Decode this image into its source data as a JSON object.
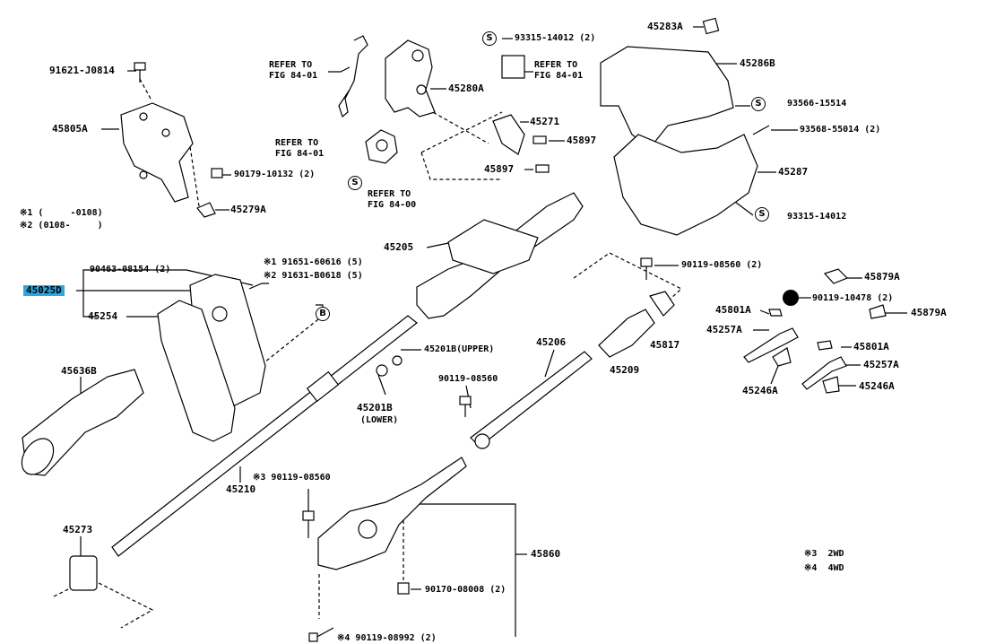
{
  "labels": {
    "p91621": "91621-J0814",
    "p45805A": "45805A",
    "ref1": "REFER TO\nFIG 84-01",
    "p45280A": "45280A",
    "p93315a": "93315-14012 (2)",
    "ref2": "REFER TO\nFIG 84-01",
    "p45283A": "45283A",
    "p45286B": "45286B",
    "p93566": "93566-15514",
    "p93568": "93568-55014 (2)",
    "p45287": "45287",
    "p93315b": "93315-14012",
    "p90179": "90179-10132 (2)",
    "p45279A": "45279A",
    "ref3": "REFER TO\nFIG 84-01",
    "ref4": "REFER TO\nFIG 84-00",
    "p45271": "45271",
    "p45897a": "45897",
    "p45897b": "45897",
    "note1": "※1 (     -0108)",
    "note2": "※2 (0108-     )",
    "p45205": "45205",
    "p90463": "90463-08154 (2)",
    "p45025D": "45025D",
    "p45254": "45254",
    "p91651": "※1 91651-60616 (5)",
    "p91631": "※2 91631-B0618 (5)",
    "p90119a": "90119-08560 (2)",
    "p45879Aa": "45879A",
    "p90119b": "90119-10478 (2)",
    "p45801Aa": "45801A",
    "p45879Ab": "45879A",
    "p45257Aa": "45257A",
    "p45801Ab": "45801A",
    "p45257Ab": "45257A",
    "p45246Aa": "45246A",
    "p45246Ab": "45246A",
    "p45201B_upper": "45201B(UPPER)",
    "p45206": "45206",
    "p45817": "45817",
    "p45209": "45209",
    "p45636B": "45636B",
    "p90119c": "90119-08560",
    "p45201B_lower": "45201B",
    "lower": "(LOWER)",
    "p45210": "45210",
    "p90119d": "※3 90119-08560",
    "p45273": "45273",
    "p45860": "45860",
    "p90170": "90170-08008 (2)",
    "p90119e": "※4 90119-08992 (2)",
    "note3": "※3  2WD",
    "note4": "※4  4WD",
    "s": "S",
    "b": "B"
  },
  "colors": {
    "highlight": "#2ea6e0",
    "line": "#000000"
  }
}
